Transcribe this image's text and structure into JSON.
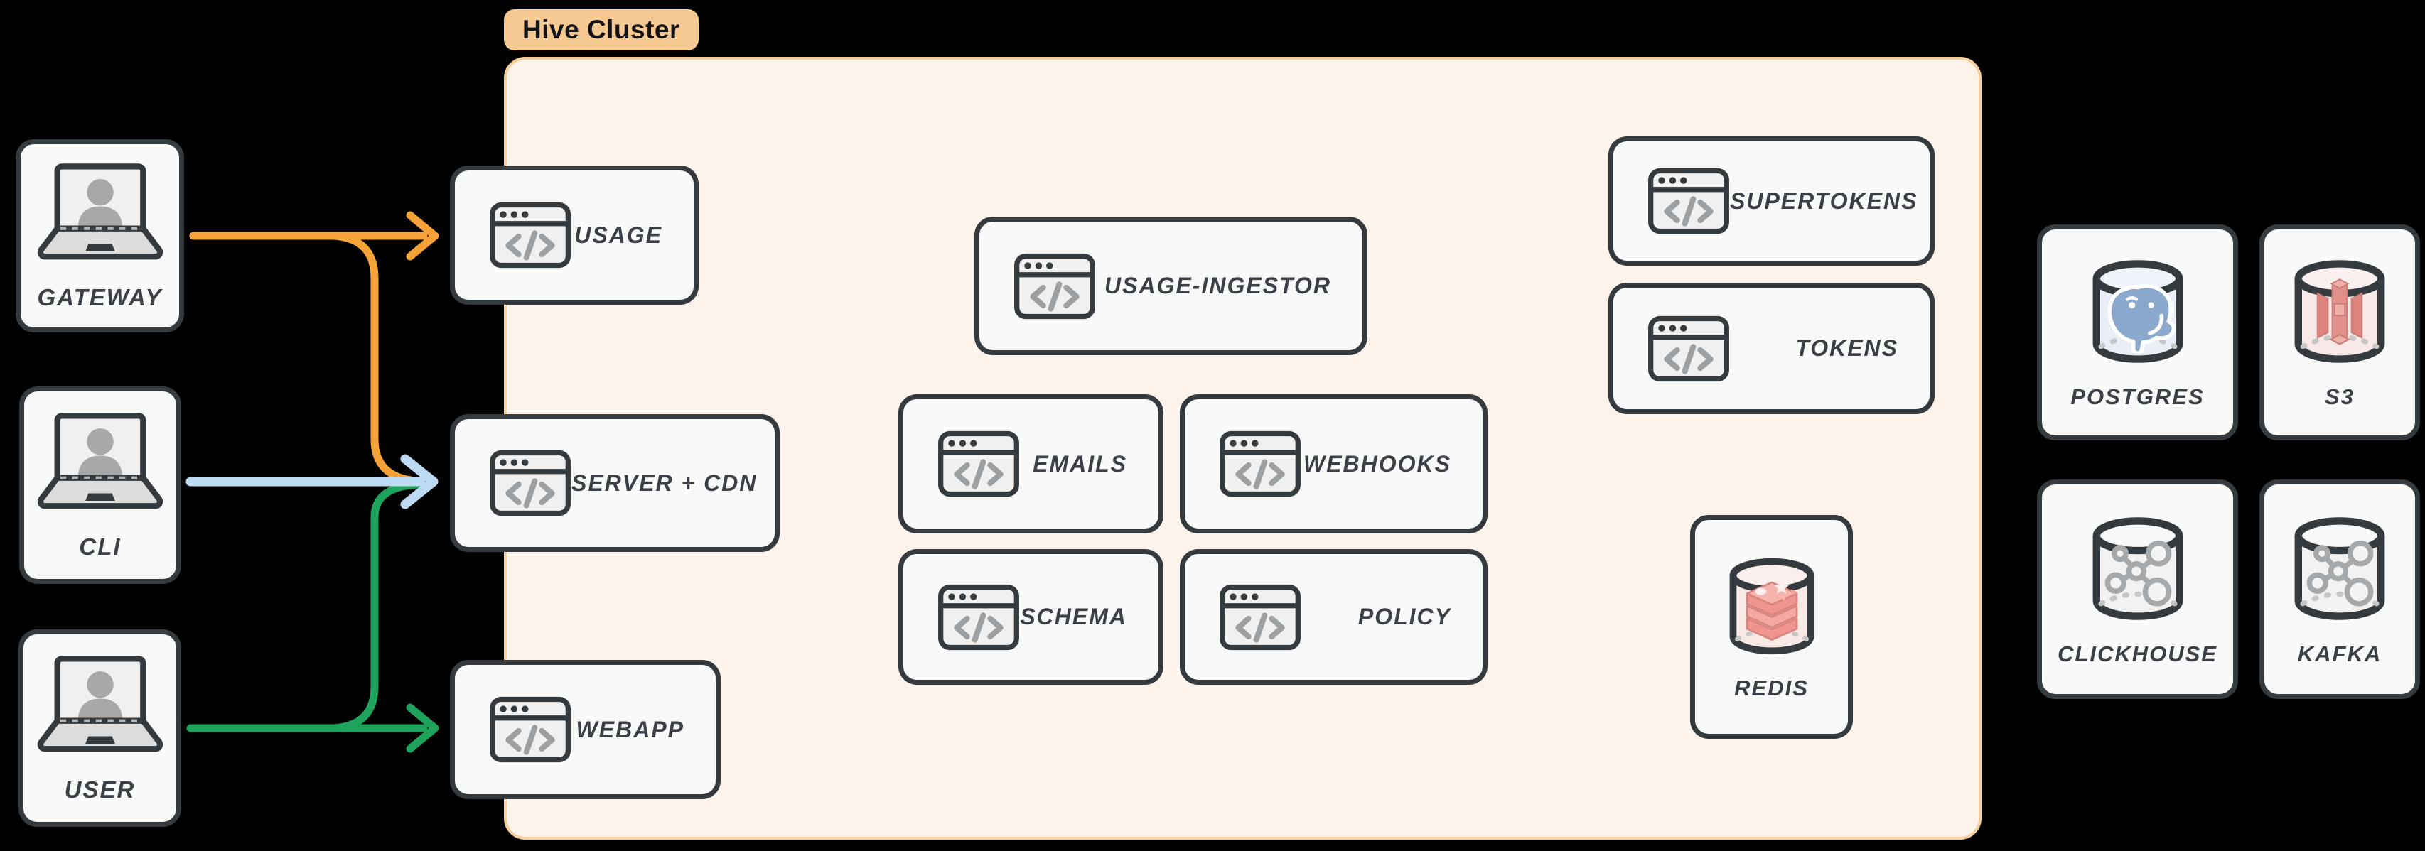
{
  "badge": {
    "label": "Hive Cluster"
  },
  "colors": {
    "edge_gateway": "#F5A238",
    "edge_cli": "#BDDAF4",
    "edge_user": "#1DA35B",
    "cluster_fill": "#FDF3EA",
    "cluster_border": "#F7CE9D",
    "badge_fill": "#F6C892",
    "node_border": "#343A3E",
    "node_fill": "#F8F9F9",
    "label_text": "#3A4045"
  },
  "actors": [
    {
      "label": "GATEWAY",
      "icon": "laptop-user-icon"
    },
    {
      "label": "CLI",
      "icon": "laptop-user-icon"
    },
    {
      "label": "USER",
      "icon": "laptop-user-icon"
    }
  ],
  "cluster": {
    "services": [
      {
        "label": "USAGE",
        "icon": "code-window-icon"
      },
      {
        "label": "SERVER + CDN",
        "icon": "code-window-icon"
      },
      {
        "label": "WEBAPP",
        "icon": "code-window-icon"
      },
      {
        "label": "USAGE-INGESTOR",
        "icon": "code-window-icon"
      },
      {
        "label": "EMAILS",
        "icon": "code-window-icon"
      },
      {
        "label": "WEBHOOKS",
        "icon": "code-window-icon"
      },
      {
        "label": "SCHEMA",
        "icon": "code-window-icon"
      },
      {
        "label": "POLICY",
        "icon": "code-window-icon"
      },
      {
        "label": "SUPERTOKENS",
        "icon": "code-window-icon"
      },
      {
        "label": "TOKENS",
        "icon": "code-window-icon"
      },
      {
        "label": "REDIS",
        "icon": "redis-cylinder-icon"
      }
    ]
  },
  "datastores": [
    {
      "label": "POSTGRES",
      "icon": "postgres-cylinder-icon"
    },
    {
      "label": "S3",
      "icon": "s3-cylinder-icon"
    },
    {
      "label": "CLICKHOUSE",
      "icon": "network-cylinder-icon"
    },
    {
      "label": "KAFKA",
      "icon": "network-cylinder-icon"
    }
  ],
  "edges": [
    {
      "from": "GATEWAY",
      "to": "USAGE",
      "color": "#F5A238"
    },
    {
      "from": "GATEWAY",
      "to": "SERVER + CDN",
      "color": "#F5A238"
    },
    {
      "from": "CLI",
      "to": "SERVER + CDN",
      "color": "#BDDAF4"
    },
    {
      "from": "USER",
      "to": "SERVER + CDN",
      "color": "#1DA35B"
    },
    {
      "from": "USER",
      "to": "WEBAPP",
      "color": "#1DA35B"
    }
  ]
}
